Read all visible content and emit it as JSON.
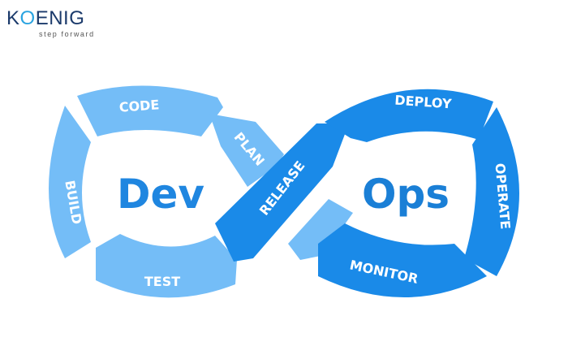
{
  "logo": {
    "text_k": "K",
    "text_o": "O",
    "text_rest": "ENIG",
    "tagline": "step forward"
  },
  "diagram": {
    "colors": {
      "dev": "#74bdf7",
      "ops": "#1a8ae8",
      "dev_text": "#1f86e0",
      "ops_text": "#1a7fd6"
    },
    "dev_label": "Dev",
    "ops_label": "Ops",
    "stages": {
      "code": "CODE",
      "plan": "PLAN",
      "build": "BUILD",
      "test": "TEST",
      "release": "RELEASE",
      "deploy": "DEPLOY",
      "operate": "OPERATE",
      "monitor": "MONITOR"
    }
  }
}
